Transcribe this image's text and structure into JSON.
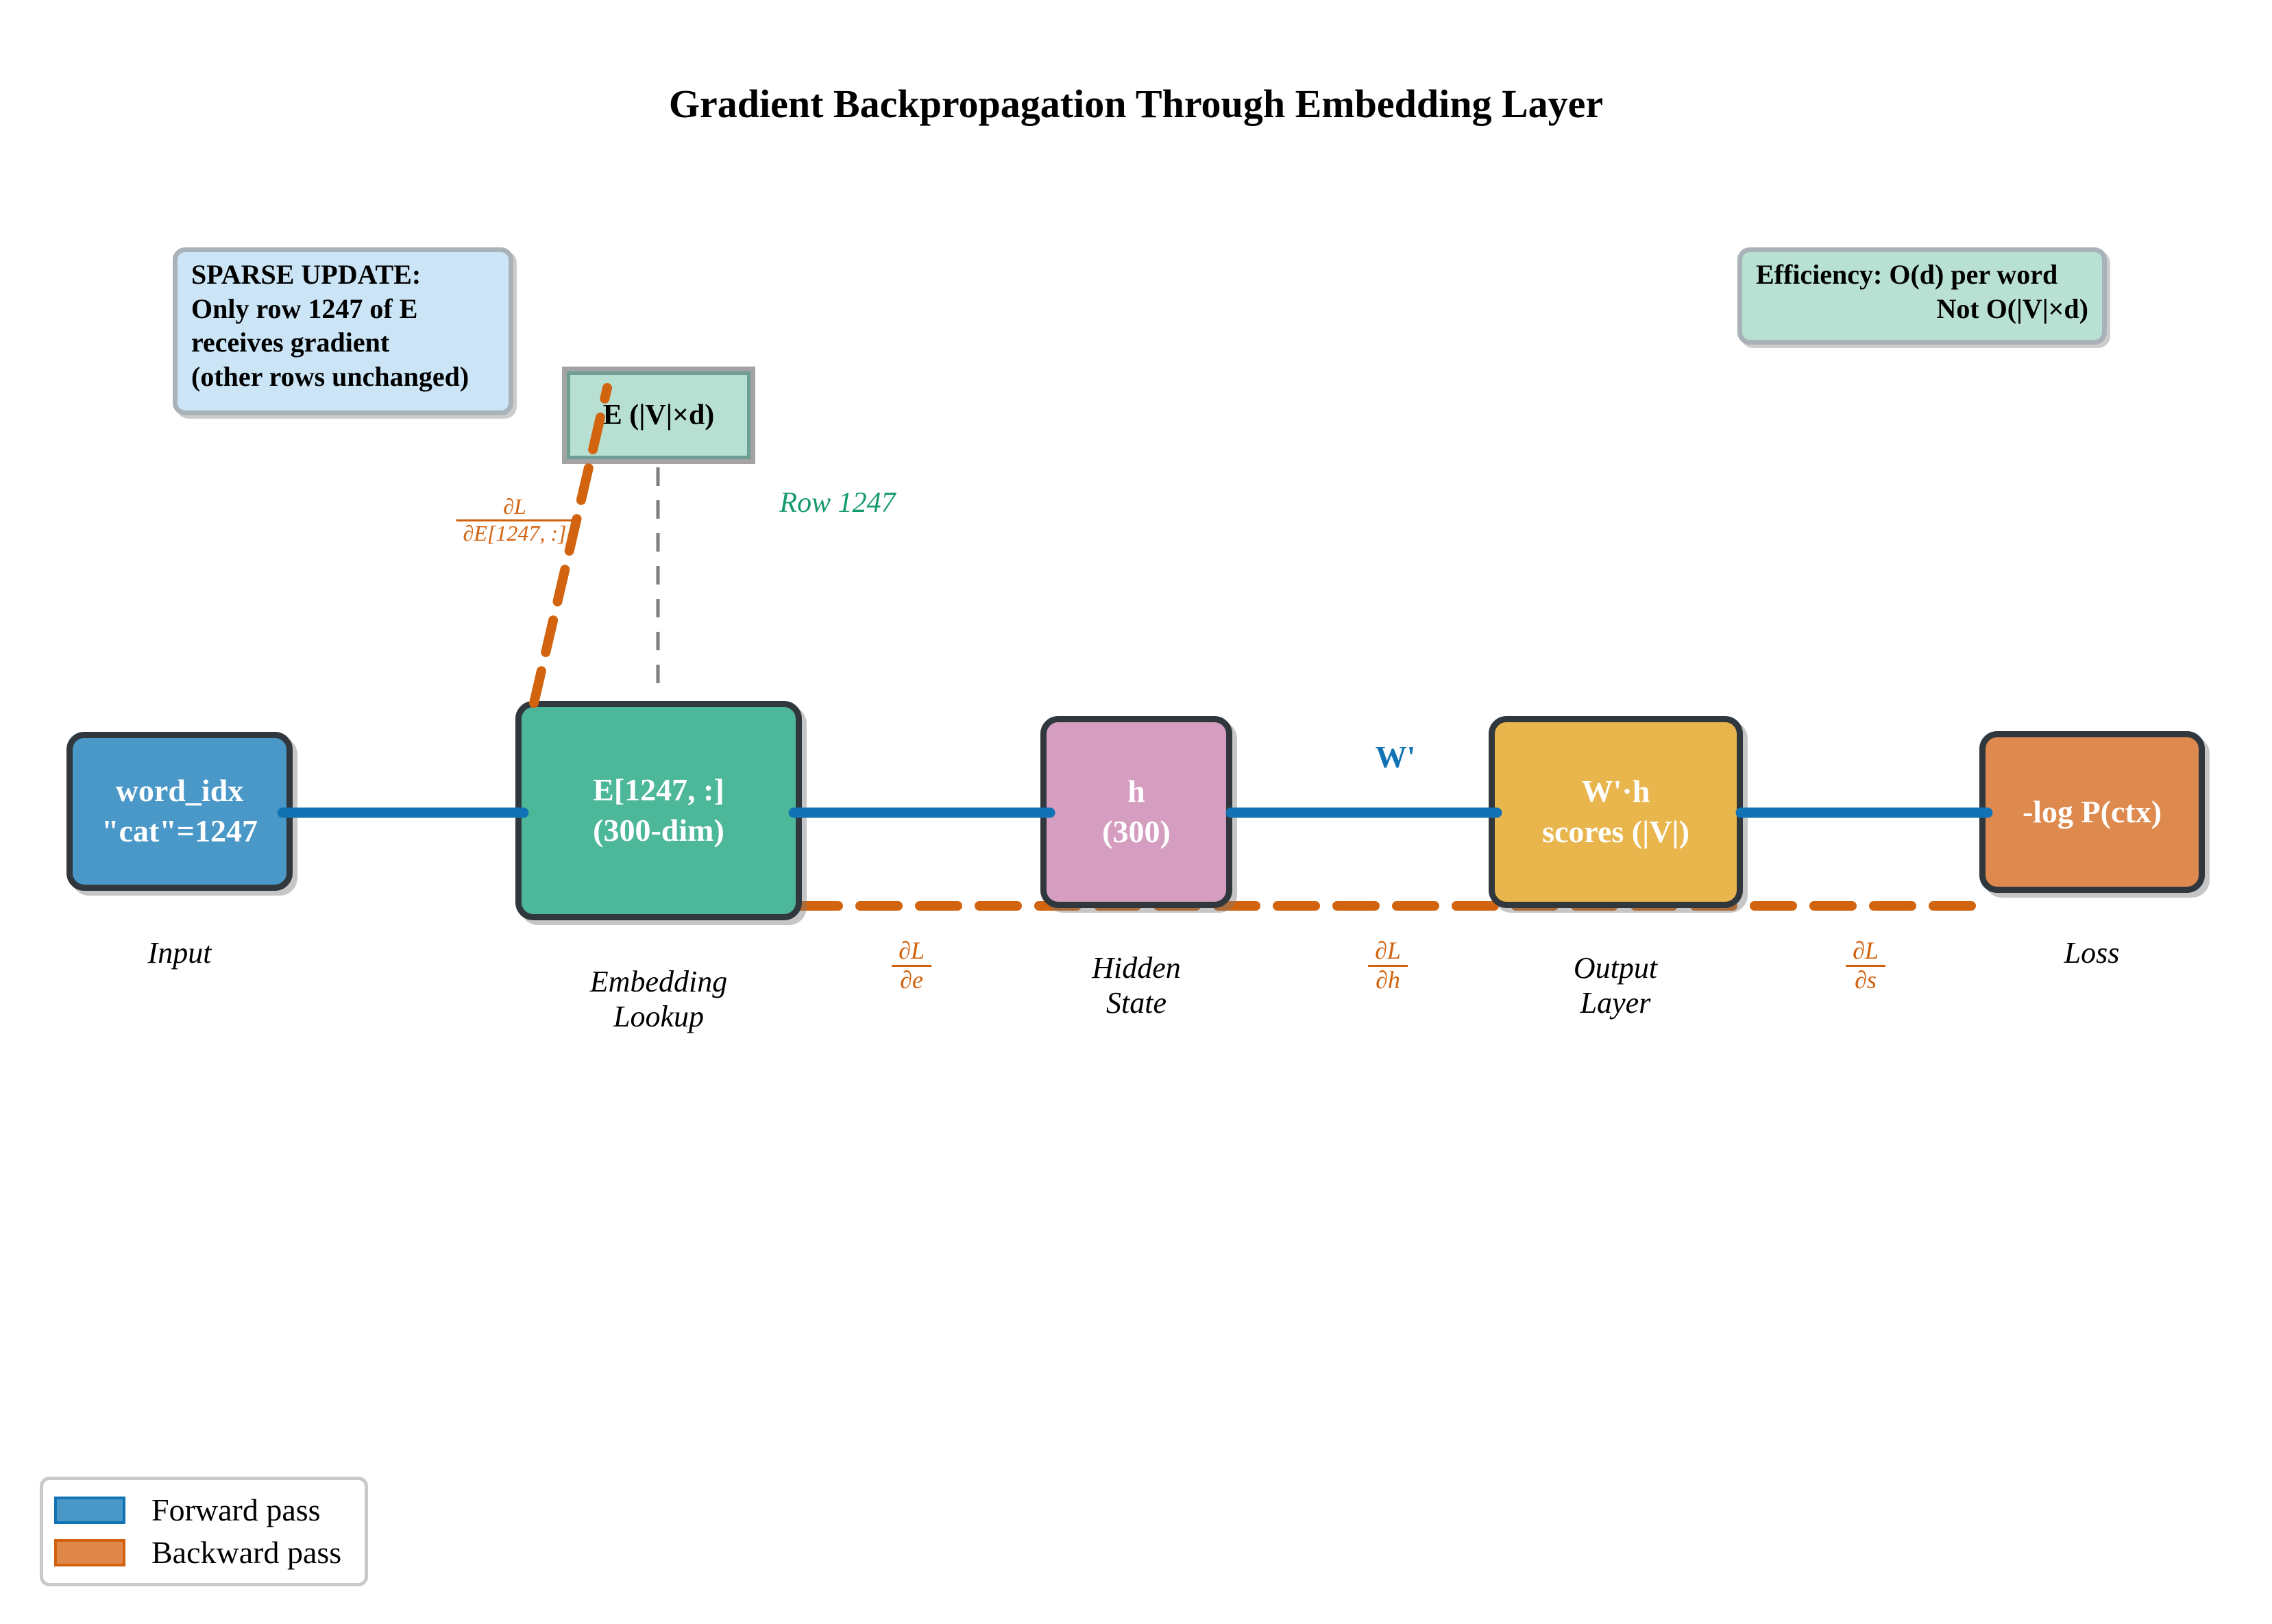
{
  "title": "Gradient Backpropagation Through Embedding Layer",
  "notes": {
    "sparse": {
      "lines": [
        "SPARSE UPDATE:",
        "Only row 1247 of E",
        "receives gradient",
        "(other rows unchanged)"
      ]
    },
    "efficiency": {
      "lines": [
        "Efficiency: O(d) per word",
        "Not O(|V|×d)"
      ]
    }
  },
  "matrix": {
    "label": "E (|V|×d)",
    "row_pointer": "Row 1247"
  },
  "flow": {
    "input": {
      "line1": "word_idx",
      "line2": "\"cat\"=1247",
      "caption": "Input"
    },
    "embedding": {
      "line1": "E[1247, :]",
      "line2": "(300-dim)",
      "caption_line1": "Embedding",
      "caption_line2": "Lookup"
    },
    "hidden": {
      "line1": "h",
      "line2": "(300)",
      "caption_line1": "Hidden",
      "caption_line2": "State"
    },
    "output": {
      "line1": "W'·h",
      "line2": "scores (|V|)",
      "caption_line1": "Output",
      "caption_line2": "Layer"
    },
    "loss": {
      "line1": "-log P(ctx)",
      "caption": "Loss"
    },
    "weight_label": "W'"
  },
  "gradients": {
    "embedding_row": {
      "numerator": "∂L",
      "denominator": "∂E[1247, :]"
    },
    "e": {
      "numerator": "∂L",
      "denominator": "∂e"
    },
    "h": {
      "numerator": "∂L",
      "denominator": "∂h"
    },
    "s": {
      "numerator": "∂L",
      "denominator": "∂s"
    }
  },
  "legend": {
    "items": [
      {
        "label": "Forward pass",
        "fill": "#4a98c8",
        "border": "#1273b4"
      },
      {
        "label": "Backward pass",
        "fill": "#e0874a",
        "border": "#d2610c"
      }
    ]
  },
  "colors": {
    "forward_line": "#1273b4",
    "backward_line": "#d2640f",
    "input_box": "#4a98c8",
    "embedding_box": "#4cb899",
    "hidden_box": "#d59dc0",
    "output_box": "#e9b54d",
    "loss_box": "#de8a4e",
    "matrix_box": "#b8e0d2",
    "sparse_note": "#cbe5f7",
    "efficiency_note": "#b9e1d3",
    "row_label": "#169b6f"
  }
}
